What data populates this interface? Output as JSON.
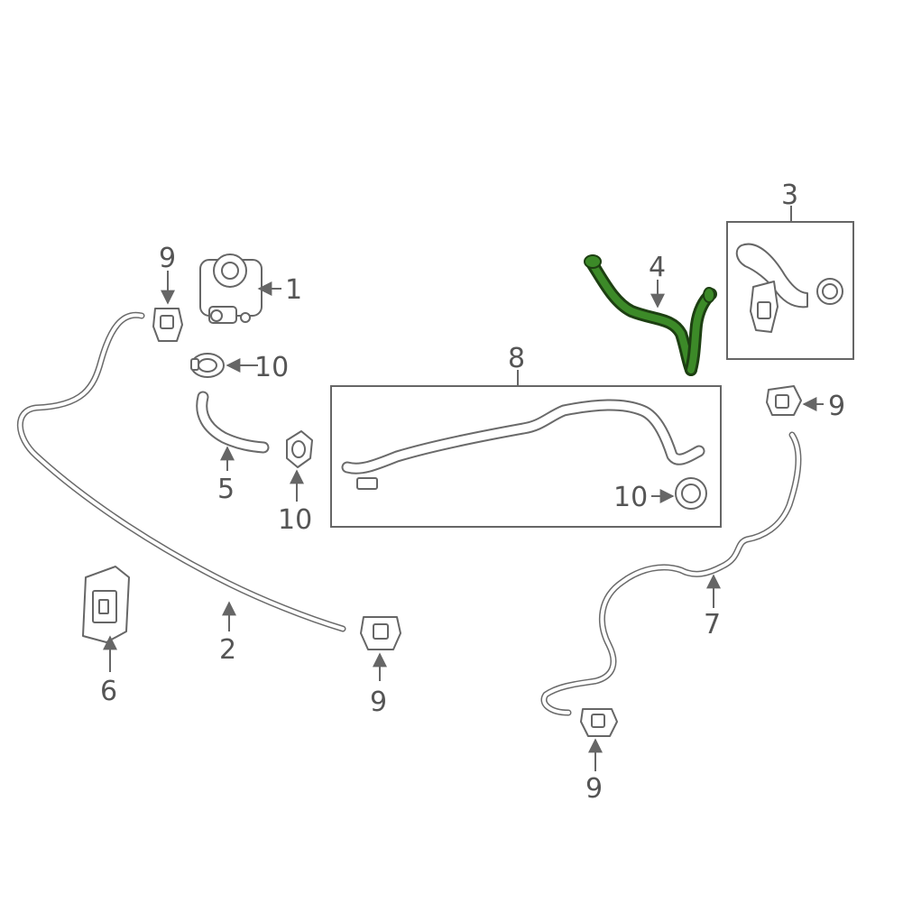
{
  "callouts": {
    "c1": "1",
    "c2": "2",
    "c3": "3",
    "c4": "4",
    "c5": "5",
    "c6": "6",
    "c7": "7",
    "c8": "8",
    "c9a": "9",
    "c9b": "9",
    "c9c": "9",
    "c9d": "9",
    "c10a": "10",
    "c10b": "10",
    "c10c": "10"
  },
  "colors": {
    "highlight_part": "#2e6b1e",
    "line": "#666666"
  }
}
